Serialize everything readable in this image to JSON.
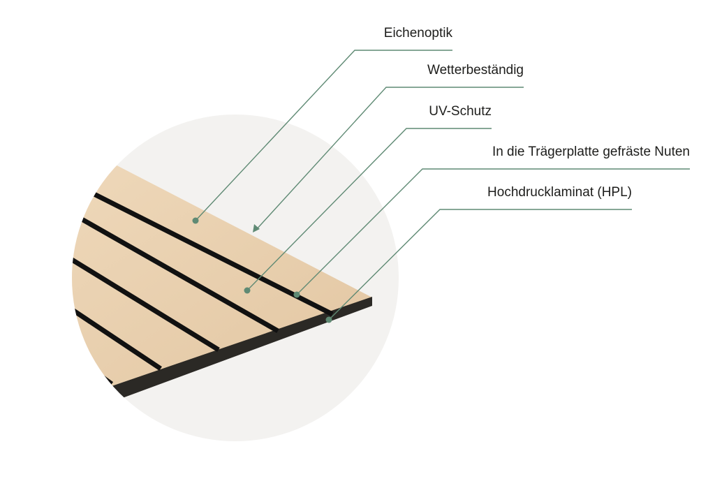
{
  "labels": [
    {
      "text": "Eichenoptik"
    },
    {
      "text": "Wetterbeständig"
    },
    {
      "text": "UV-Schutz"
    },
    {
      "text": "In die Trägerplatte gefräste Nuten"
    },
    {
      "text": "Hochdrucklaminat (HPL)"
    }
  ],
  "colors": {
    "leader": "#5f8a74",
    "circle": "#f3f2f0",
    "wood": "#e8cfae",
    "groove": "#111111",
    "edge": "#2b2925"
  }
}
